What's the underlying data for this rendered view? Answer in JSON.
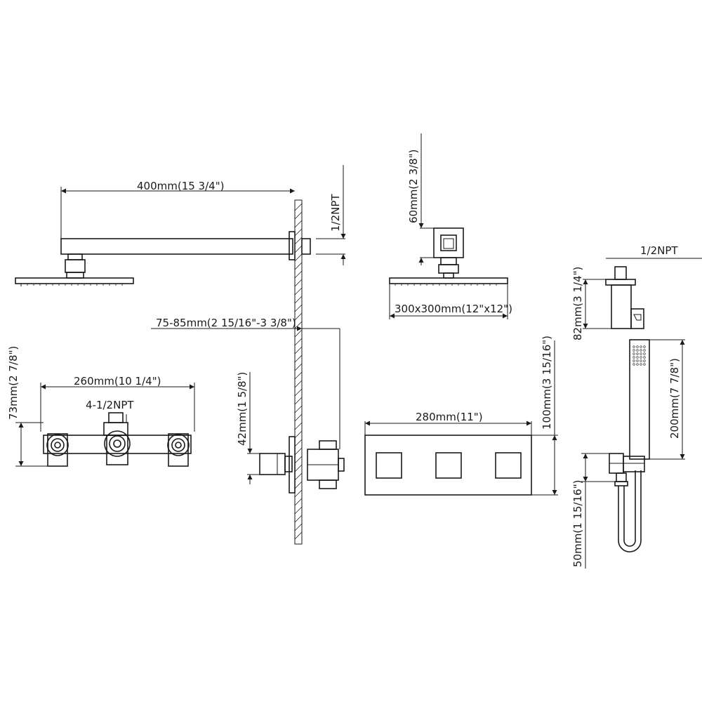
{
  "labels": {
    "arm_length": "400mm(15 3/4\")",
    "npt_top": "1/2NPT",
    "rail_depth": "75-85mm(2 15/16\"-3 3/8\")",
    "head_height": "60mm(2 3/8\")",
    "head_size": "300x300mm(12\"x12\")",
    "outlet_npt": "1/2NPT",
    "outlet_height": "82mm(3 1/4\")",
    "valve_width": "260mm(10 1/4\")",
    "valve_height": "73mm(2 7/8\")",
    "valve_npt": "4-1/2NPT",
    "handle_depth": "42mm(1 5/8\")",
    "plate_width": "280mm(11\")",
    "plate_height": "100mm(3 15/16\")",
    "hand_shower_length": "200mm(7 7/8\")",
    "holder_height": "50mm(1 15/16\")"
  }
}
